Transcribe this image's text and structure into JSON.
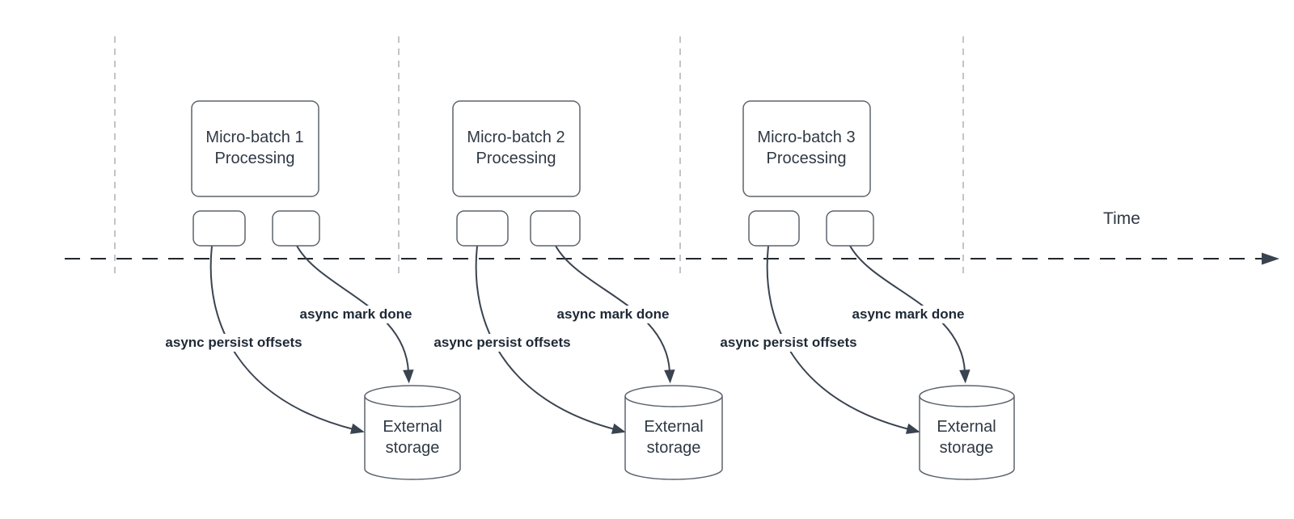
{
  "diagram": {
    "type": "micro-batch-timeline-flow",
    "time_axis": {
      "label": "Time"
    },
    "groups": [
      {
        "name": "Micro-batch 1",
        "subtitle": "Processing",
        "persist_arrow_label": "async persist offsets",
        "done_arrow_label": "async mark done",
        "storage_line1": "External",
        "storage_line2": "storage"
      },
      {
        "name": "Micro-batch 2",
        "subtitle": "Processing",
        "persist_arrow_label": "async persist offsets",
        "done_arrow_label": "async mark done",
        "storage_line1": "External",
        "storage_line2": "storage"
      },
      {
        "name": "Micro-batch 3",
        "subtitle": "Processing",
        "persist_arrow_label": "async persist offsets",
        "done_arrow_label": "async mark done",
        "storage_line1": "External",
        "storage_line2": "storage"
      }
    ],
    "colors": {
      "background": "#ffffff",
      "shape_stroke": "#5d646d",
      "connector_stroke": "#3a4350",
      "timeline_stroke": "#23272d",
      "guide_line_stroke": "#b4b6b9",
      "shape_text": "#2f3944",
      "edge_label_text": "#1e2935"
    }
  }
}
